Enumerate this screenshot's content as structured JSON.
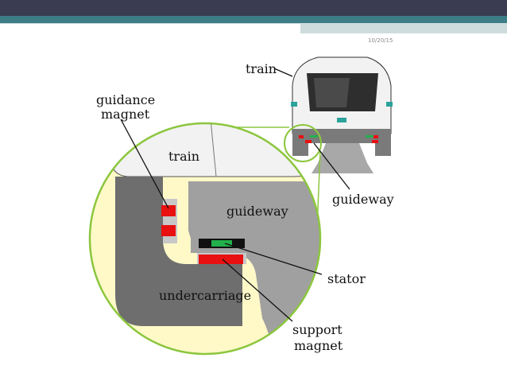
{
  "slide": {
    "date": "10/20/15"
  },
  "labels": {
    "train_top": "train",
    "guidance_line1": "guidance",
    "guidance_line2": "magnet",
    "train_inner": "train",
    "guideway_inner": "guideway",
    "guideway_outer": "guideway",
    "stator": "stator",
    "undercarriage": "undercarriage",
    "support_line1": "support",
    "support_line2": "magnet"
  },
  "colors": {
    "zoom_outline": "#8cc63f",
    "cream": "#fff9c8",
    "dark_gray": "#6e6e6e",
    "mid_gray": "#9a9a9a",
    "magnet_red": "#e81010",
    "stator_green": "#22b14c",
    "train_body": "#f2f2f2"
  }
}
